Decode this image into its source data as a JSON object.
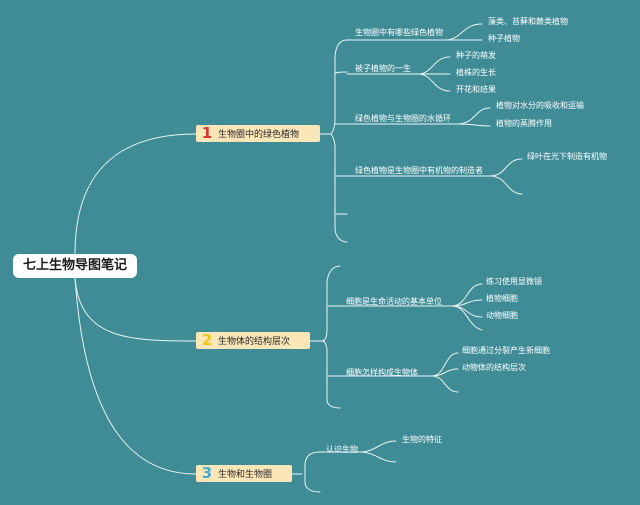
{
  "root": "七上生物导图笔记",
  "branches": [
    {
      "num": "1",
      "num_color": "#d63a2b",
      "label": "生物圈中的绿色植物",
      "topics": [
        {
          "label": "生物圈中有哪些绿色植物",
          "leaves": [
            "藻类、苔藓和蕨类植物",
            "种子植物"
          ]
        },
        {
          "label": "被子植物的一生",
          "leaves": [
            "种子的萌发",
            "植株的生长",
            "开花和结果"
          ]
        },
        {
          "label": "绿色植物与生物圈的水循环",
          "leaves": [
            "植物对水分的吸收和运输",
            "植物的蒸腾作用"
          ]
        },
        {
          "label": "绿色植物是生物圈中有机物的制造者",
          "leaves": [
            "绿叶在光下制造有机物"
          ]
        }
      ]
    },
    {
      "num": "2",
      "num_color": "#f0c419",
      "label": "生物体的结构层次",
      "topics": [
        {
          "label": "细胞是生命活动的基本单位",
          "leaves": [
            "练习使用显微镜",
            "植物细胞",
            "动物细胞"
          ]
        },
        {
          "label": "细胞怎样构成生物体",
          "leaves": [
            "细胞通过分裂产生新细胞",
            "动物体的结构层次"
          ]
        }
      ]
    },
    {
      "num": "3",
      "num_color": "#3fa9d8",
      "label": "生物和生物圈",
      "topics": [
        {
          "label": "认识生物",
          "leaves": [
            "生物的特征"
          ]
        }
      ]
    }
  ]
}
